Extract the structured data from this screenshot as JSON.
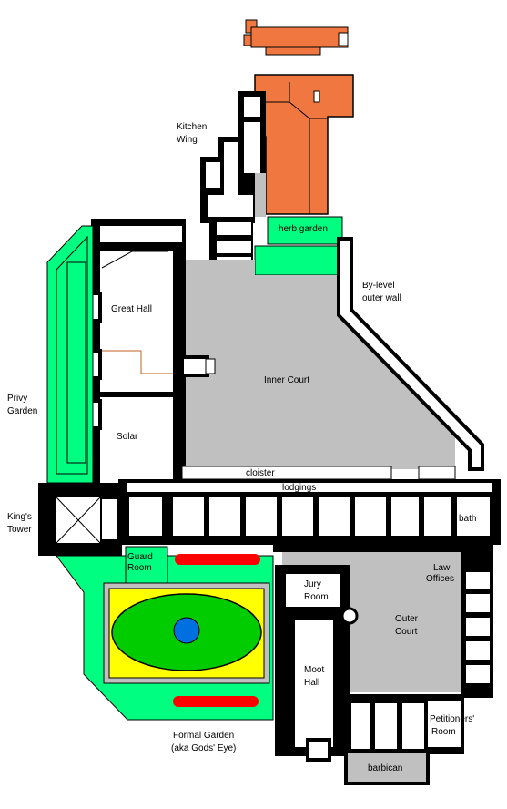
{
  "labels": {
    "kitchen_wing_1": "Kitchen",
    "kitchen_wing_2": "Wing",
    "herb_garden": "herb garden",
    "by_level_1": "By-level",
    "by_level_2": "outer wall",
    "great_hall": "Great Hall",
    "inner_court": "Inner Court",
    "privy_garden_1": "Privy",
    "privy_garden_2": "Garden",
    "solar": "Solar",
    "cloister": "cloister",
    "lodgings": "lodgings",
    "kings_tower_1": "King's",
    "kings_tower_2": "Tower",
    "bath": "bath",
    "guard_room_1": "Guard",
    "guard_room_2": "Room",
    "law_offices_1": "Law",
    "law_offices_2": "Offices",
    "jury_room_1": "Jury",
    "jury_room_2": "Room",
    "outer_court_1": "Outer",
    "outer_court_2": "Court",
    "moot_hall_1": "Moot",
    "moot_hall_2": "Hall",
    "petitioners_room_1": "Petitioners'",
    "petitioners_room_2": "Room",
    "formal_garden_1": "Formal Garden",
    "formal_garden_2": "(aka Gods' Eye)",
    "barbican": "barbican"
  },
  "colors": {
    "wall": "#000000",
    "court": "#c0c0c0",
    "garden": "#00ff80",
    "roof": "#f07840",
    "flowerbed": "#ff0000",
    "lawn": "#00cc00",
    "path": "#ffff00",
    "pool": "#0070e0",
    "floor": "#ffffff",
    "timber": "#c06020"
  }
}
